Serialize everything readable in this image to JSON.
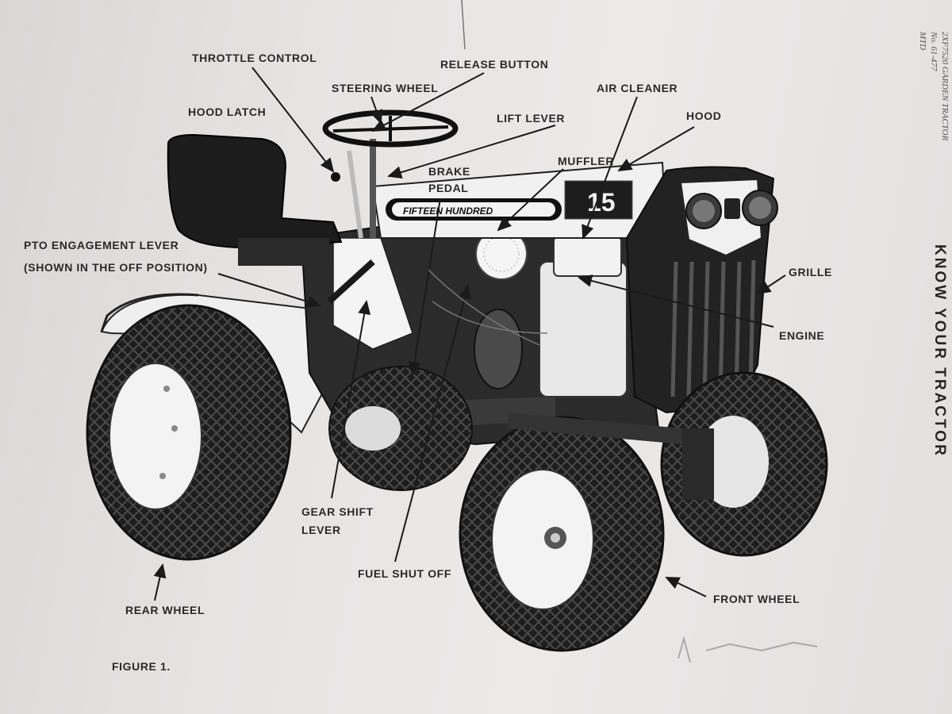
{
  "doc_code": [
    "2XF7520 GARDEN TRACTOR",
    "No. 61-477",
    "MTD"
  ],
  "side_title": "KNOW YOUR TRACTOR",
  "figure_caption": "FIGURE 1.",
  "tractor_badge": {
    "name": "FIFTEEN HUNDRED",
    "number": "15"
  },
  "labels": {
    "throttle_control": "THROTTLE CONTROL",
    "release_button": "RELEASE BUTTON",
    "steering_wheel": "STEERING WHEEL",
    "air_cleaner": "AIR CLEANER",
    "hood_latch": "HOOD LATCH",
    "lift_lever": "LIFT LEVER",
    "hood": "HOOD",
    "brake_pedal_1": "BRAKE",
    "brake_pedal_2": "PEDAL",
    "muffler": "MUFFLER",
    "pto_1": "PTO ENGAGEMENT LEVER",
    "pto_2": "(SHOWN IN THE OFF POSITION)",
    "grille": "GRILLE",
    "engine": "ENGINE",
    "gear_shift_1": "GEAR SHIFT",
    "gear_shift_2": "LEVER",
    "fuel_shut_off": "FUEL SHUT OFF",
    "rear_wheel": "REAR WHEEL",
    "front_wheel": "FRONT WHEEL"
  }
}
